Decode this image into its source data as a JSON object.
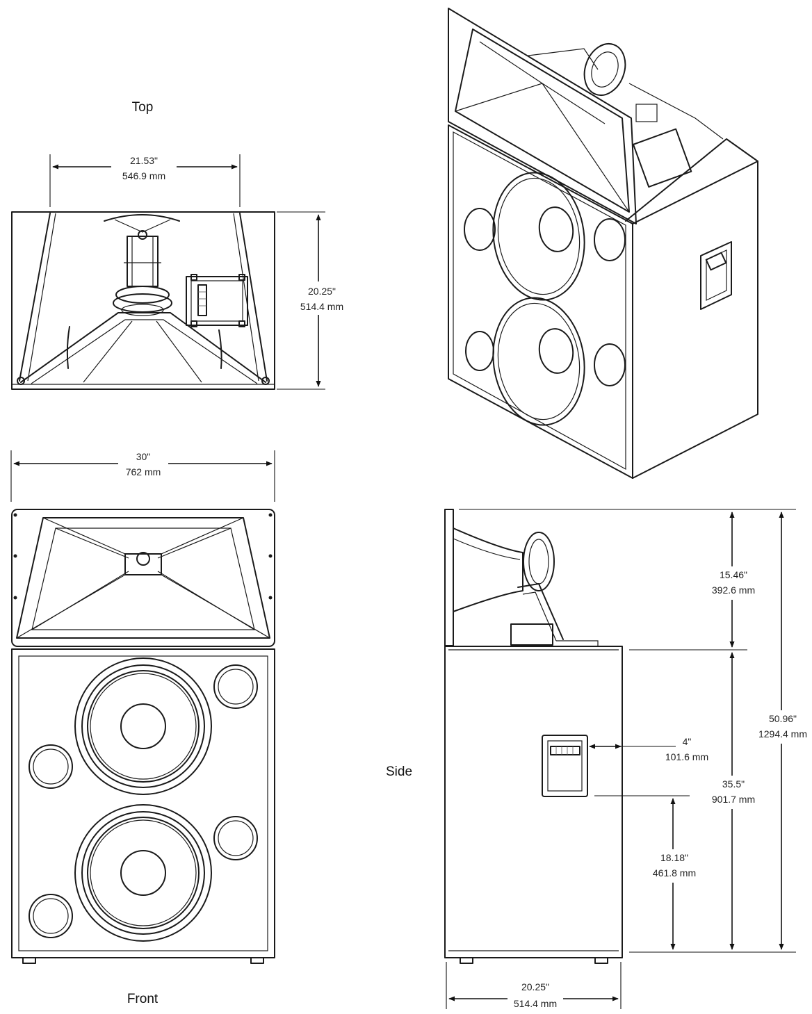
{
  "views": {
    "top": "Top",
    "front": "Front",
    "side": "Side"
  },
  "dimensions": {
    "top_width": {
      "in": "21.53\"",
      "mm": "546.9 mm"
    },
    "top_depth": {
      "in": "20.25\"",
      "mm": "514.4 mm"
    },
    "front_width": {
      "in": "30\"",
      "mm": "762 mm"
    },
    "horn_height": {
      "in": "15.46\"",
      "mm": "392.6 mm"
    },
    "cab_height": {
      "in": "35.5\"",
      "mm": "901.7 mm"
    },
    "total_height": {
      "in": "50.96\"",
      "mm": "1294.4 mm"
    },
    "panel_offset": {
      "in": "4\"",
      "mm": "101.6 mm"
    },
    "panel_height": {
      "in": "18.18\"",
      "mm": "461.8 mm"
    },
    "side_depth": {
      "in": "20.25\"",
      "mm": "514.4 mm"
    }
  }
}
